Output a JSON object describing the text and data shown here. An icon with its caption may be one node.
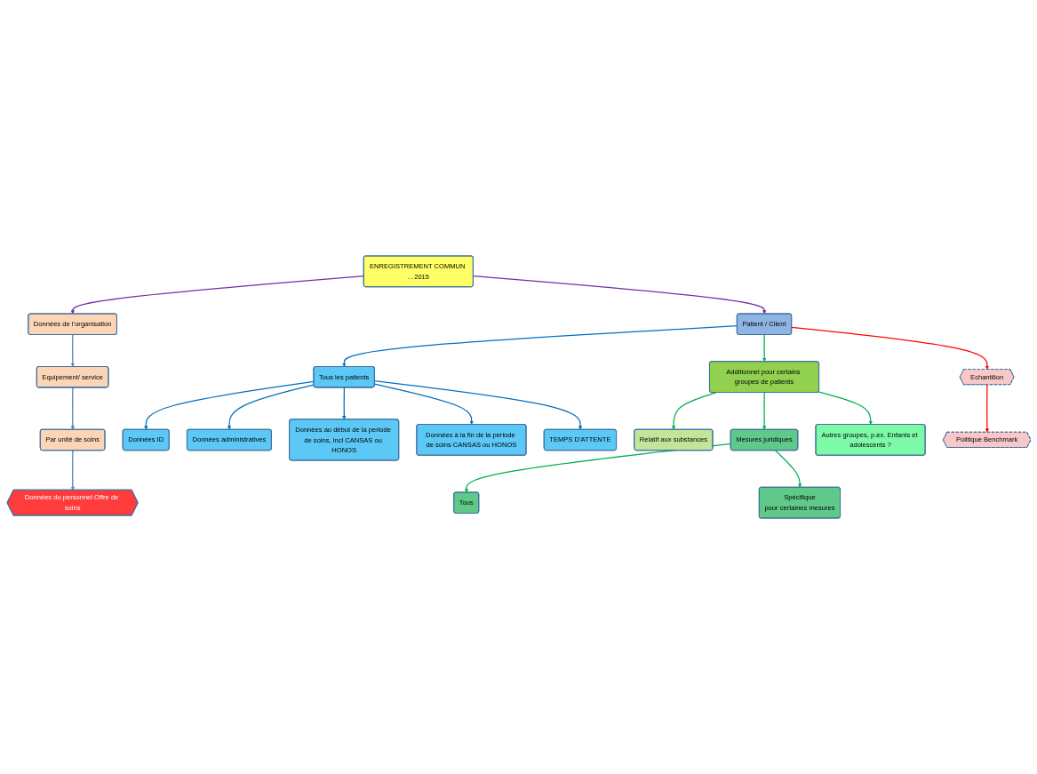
{
  "diagram": {
    "nodes": [
      {
        "text": [
          "ENREGISTREMENT COMMUN …2015"
        ]
      },
      {
        "text": [
          "Données de l’organisation"
        ]
      },
      {
        "text": [
          "Patient / Client"
        ]
      },
      {
        "text": [
          "Equipement/ service"
        ]
      },
      {
        "text": [
          "Par unité de soins"
        ]
      },
      {
        "text": [
          "Données du personnel Offre de soins"
        ]
      },
      {
        "text": [
          "Tous les patients"
        ]
      },
      {
        "text": [
          "Données ID"
        ]
      },
      {
        "text": [
          "Données administratives"
        ]
      },
      {
        "text": [
          "Données au début de la periode de soins, incl CANSAS ou HONOS"
        ]
      },
      {
        "text": [
          "Données à la fin de la periode de soins CANSAS ou HONOS"
        ]
      },
      {
        "text": [
          "TEMPS D’ATTENTE"
        ]
      },
      {
        "text": [
          "Additionnel pour certains groupes de patients"
        ]
      },
      {
        "text": [
          "Relatif aux substances"
        ]
      },
      {
        "text": [
          "Mesures juridiques"
        ]
      },
      {
        "text": [
          "Tous"
        ]
      },
      {
        "text": [
          "Spécifique",
          "pour certaines mesures"
        ]
      },
      {
        "text": [
          "Autres groupes, p.ex. Enfants et adolescents ?"
        ]
      },
      {
        "text": [
          "Echantillon"
        ]
      },
      {
        "text": [
          "Politique Benchmark"
        ]
      }
    ],
    "edges": [
      {
        "from": 0,
        "to": 1,
        "arrow": "to",
        "color": "#7030a0"
      },
      {
        "from": 0,
        "to": 2,
        "arrow": "to",
        "color": "#7030a0"
      },
      {
        "from": 1,
        "to": 3,
        "arrow": "to",
        "color": "#4f81bd"
      },
      {
        "from": 3,
        "to": 4,
        "arrow": "to",
        "color": "#4f81bd"
      },
      {
        "from": 4,
        "to": 5,
        "arrow": "to",
        "color": "#4f81bd"
      },
      {
        "from": 2,
        "to": 6,
        "arrow": "to",
        "color": "#0070c0"
      },
      {
        "from": 2,
        "to": 12,
        "arrow": "to",
        "color": "#00b050"
      },
      {
        "from": 2,
        "to": 18,
        "arrow": "to",
        "color": "#ff0000"
      },
      {
        "from": 6,
        "to": 7,
        "arrow": "to",
        "color": "#0070c0"
      },
      {
        "from": 6,
        "to": 8,
        "arrow": "to",
        "color": "#0070c0"
      },
      {
        "from": 6,
        "to": 9,
        "arrow": "to",
        "color": "#0070c0"
      },
      {
        "from": 6,
        "to": 10,
        "arrow": "to",
        "color": "#0070c0"
      },
      {
        "from": 6,
        "to": 11,
        "arrow": "to",
        "color": "#0070c0"
      },
      {
        "from": 12,
        "to": 13,
        "arrow": "to",
        "color": "#00b050"
      },
      {
        "from": 12,
        "to": 14,
        "arrow": "to",
        "color": "#00b050"
      },
      {
        "from": 12,
        "to": 17,
        "arrow": "to",
        "color": "#00b050"
      },
      {
        "from": 14,
        "to": 15,
        "arrow": "to",
        "color": "#00b050"
      },
      {
        "from": 14,
        "to": 16,
        "arrow": "to",
        "color": "#00b050"
      },
      {
        "from": 18,
        "to": 19,
        "arrow": "to",
        "color": "#ff0000"
      }
    ]
  }
}
